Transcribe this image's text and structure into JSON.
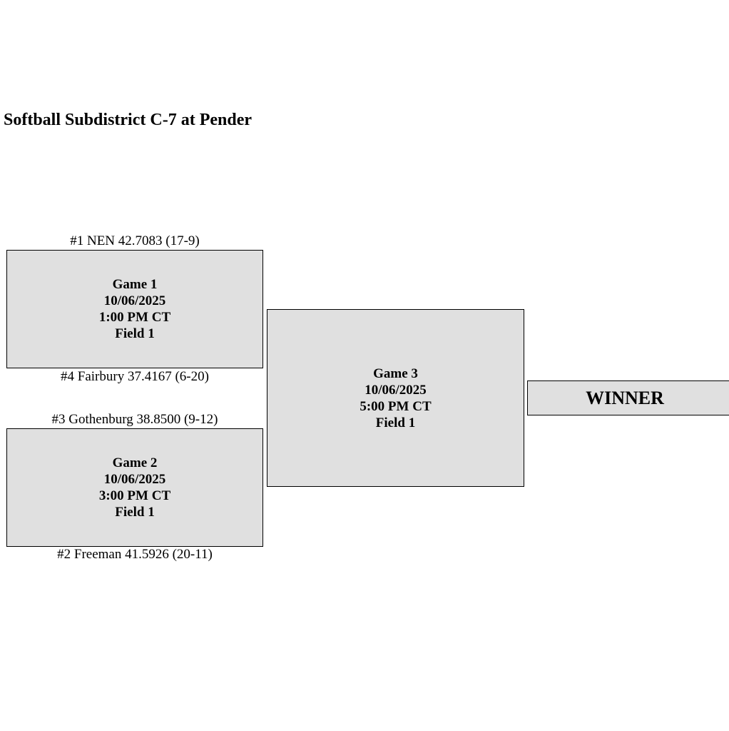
{
  "title": "Softball Subdistrict C-7 at Pender",
  "teams": {
    "top_game1": "#1 NEN 42.7083 (17-9)",
    "bottom_game1": "#4 Fairbury 37.4167 (6-20)",
    "top_game2": "#3 Gothenburg 38.8500 (9-12)",
    "bottom_game2": "#2 Freeman 41.5926 (20-11)"
  },
  "games": [
    {
      "name": "Game 1",
      "date": "10/06/2025",
      "time": "1:00 PM CT",
      "field": "Field 1"
    },
    {
      "name": "Game 2",
      "date": "10/06/2025",
      "time": "3:00 PM CT",
      "field": "Field 1"
    },
    {
      "name": "Game 3",
      "date": "10/06/2025",
      "time": "5:00 PM CT",
      "field": "Field 1"
    }
  ],
  "winner_label": "WINNER",
  "colors": {
    "box_fill": "#e0e0e0",
    "box_border": "#000000"
  }
}
